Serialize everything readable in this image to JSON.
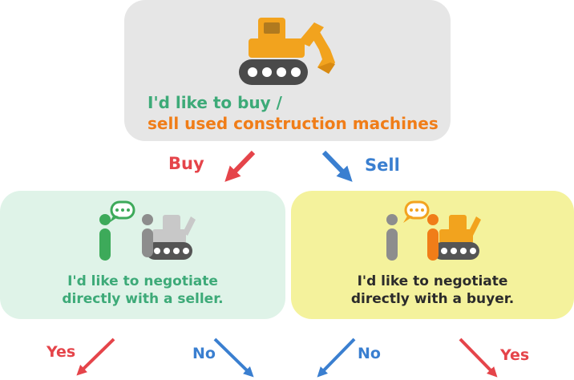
{
  "top": {
    "line1": "I'd like to buy /",
    "line2": "sell used construction machines"
  },
  "branches": {
    "buy_label": "Buy",
    "sell_label": "Sell"
  },
  "buyer_box": {
    "line1": "I'd like to negotiate",
    "line2": "directly with a seller."
  },
  "seller_box": {
    "line1": "I'd like to negotiate",
    "line2": "directly with a buyer."
  },
  "outcomes": {
    "yes_left": "Yes",
    "no_left": "No",
    "no_right": "No",
    "yes_right": "Yes"
  },
  "colors": {
    "buy_red": "#e5444a",
    "sell_blue": "#3a7fd0",
    "excavator_orange": "#f2a31e",
    "person_green": "#3daa5a",
    "person_gray": "#8d8d8d"
  },
  "icons": [
    "excavator-icon",
    "person-icon",
    "speech-bubble-icon",
    "arrow-icon"
  ]
}
